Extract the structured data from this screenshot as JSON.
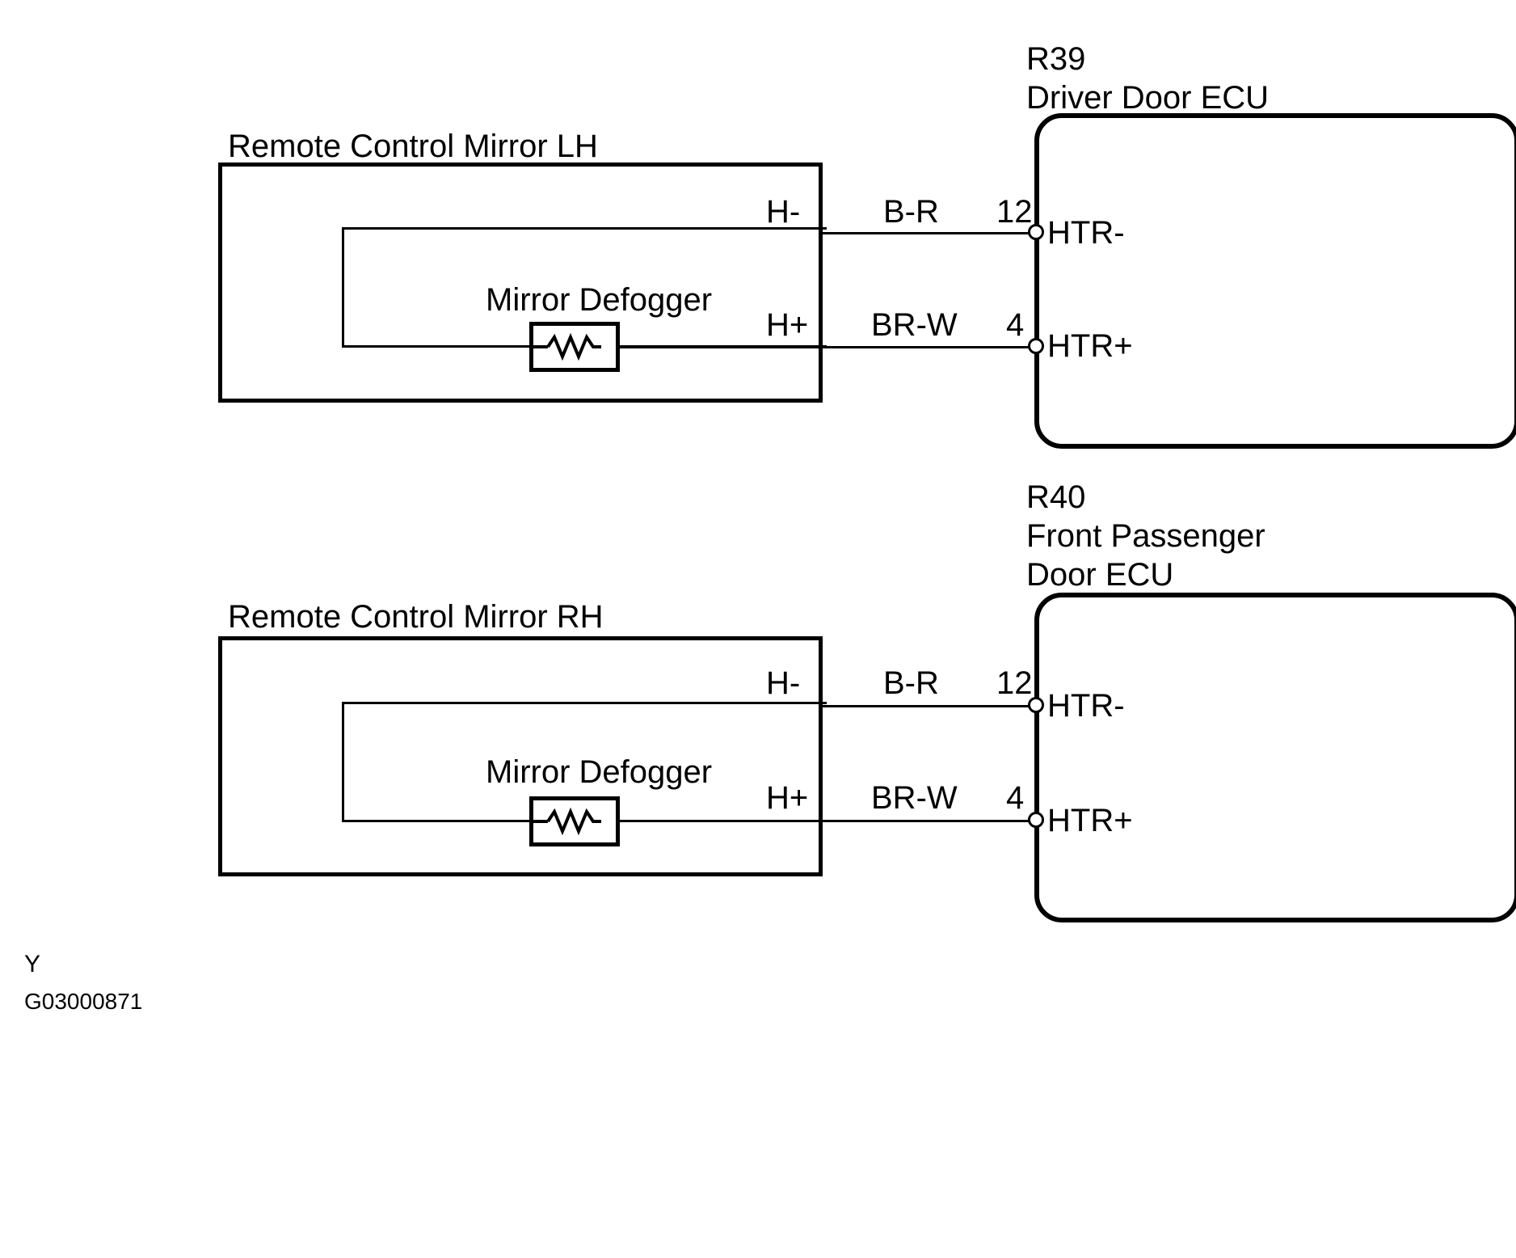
{
  "diagram": {
    "figure_code": "G03000871",
    "orientation_mark": "Y",
    "circuits": [
      {
        "id": "lh",
        "mirror_title": "Remote Control Mirror LH",
        "inner_label": "Mirror Defogger",
        "component_code": "R39",
        "ecu_name_line1": "Driver Door ECU",
        "ecu_name_line2": "",
        "connections": [
          {
            "mirror_terminal": "H-",
            "wire_color": "B-R",
            "pin_number": "12",
            "ecu_terminal": "HTR-"
          },
          {
            "mirror_terminal": "H+",
            "wire_color": "BR-W",
            "pin_number": "4",
            "ecu_terminal": "HTR+"
          }
        ]
      },
      {
        "id": "rh",
        "mirror_title": "Remote Control Mirror RH",
        "inner_label": "Mirror Defogger",
        "component_code": "R40",
        "ecu_name_line1": "Front Passenger",
        "ecu_name_line2": "Door ECU",
        "connections": [
          {
            "mirror_terminal": "H-",
            "wire_color": "B-R",
            "pin_number": "12",
            "ecu_terminal": "HTR-"
          },
          {
            "mirror_terminal": "H+",
            "wire_color": "BR-W",
            "pin_number": "4",
            "ecu_terminal": "HTR+"
          }
        ]
      }
    ]
  }
}
